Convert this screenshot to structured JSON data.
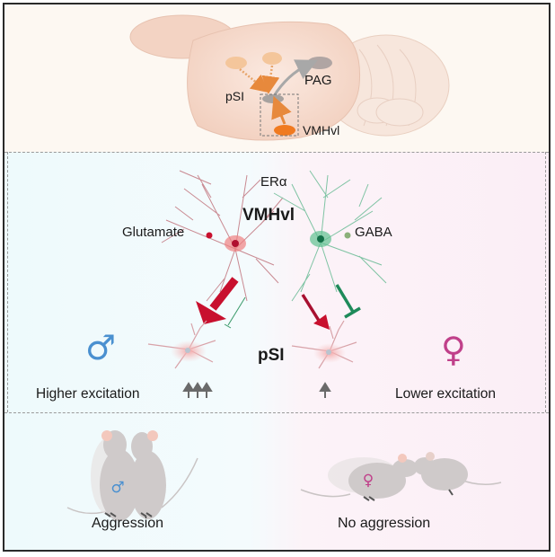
{
  "brain": {
    "label_psi": "pSI",
    "label_pag": "PAG",
    "label_vmhvl": "VMHvl"
  },
  "circuit": {
    "receptor_label": "ERα",
    "region_label": "VMHvl",
    "glutamate_label": "Glutamate",
    "gaba_label": "GABA",
    "target_label": "pSI"
  },
  "comparison": {
    "male_symbol": "♂",
    "female_symbol": "♀",
    "male_label": "Higher excitation",
    "female_label": "Lower excitation"
  },
  "behavior": {
    "male_label": "Aggression",
    "female_label": "No aggression"
  },
  "colors": {
    "glutamate": "#c8102e",
    "gaba": "#1e8a5a",
    "male": "#4a90d0",
    "female": "#c0408a",
    "vmhvl_node": "#f07a20"
  }
}
